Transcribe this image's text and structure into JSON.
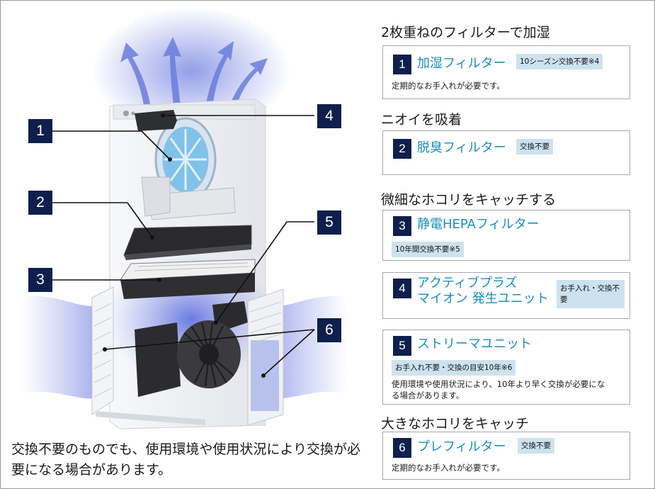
{
  "illustration": {
    "callouts": [
      "1",
      "2",
      "3",
      "4",
      "5",
      "6"
    ],
    "footnote": "交換不要のものでも、使用環境や使用状況により交換が必要になる場合があります。",
    "colors": {
      "callout": "#0f1f4d",
      "airflow": "#6f7fe0",
      "body": "#f2f3f5"
    }
  },
  "sections": [
    {
      "title": "2枚重ねのフィルターで加湿",
      "card": {
        "number": "1",
        "name": "加湿フィルター",
        "badge": "10シーズン交換不要※4",
        "desc": "定期的なお手入れが必要です。"
      }
    },
    {
      "title": "ニオイを吸着",
      "card": {
        "number": "2",
        "name": "脱臭フィルター",
        "badge": "交換不要"
      }
    },
    {
      "title": "微細なホコリをキャッチする",
      "cards": [
        {
          "number": "3",
          "name": "静電HEPAフィルター",
          "badge": "10年間交換不要※5"
        },
        {
          "number": "4",
          "name_line1": "アクティブプラズ",
          "name_line2": "マイオン 発生ユニット",
          "badge": "お手入れ・交換不要"
        },
        {
          "number": "5",
          "name": "ストリーマユニット",
          "badge": "お手入れ不要・交換の目安10年※6",
          "desc": "使用環境や使用状況により、10年より早く交換が必要になる場合があります。"
        }
      ]
    },
    {
      "title": "大きなホコリをキャッチ",
      "card": {
        "number": "6",
        "name": "プレフィルター",
        "badge": "交換不要",
        "desc": "定期的なお手入れが必要です。"
      }
    }
  ],
  "theme": {
    "name_color": "#1a8fc0",
    "badge_bg": "#cde2ef",
    "number_bg": "#0f1f4d"
  }
}
